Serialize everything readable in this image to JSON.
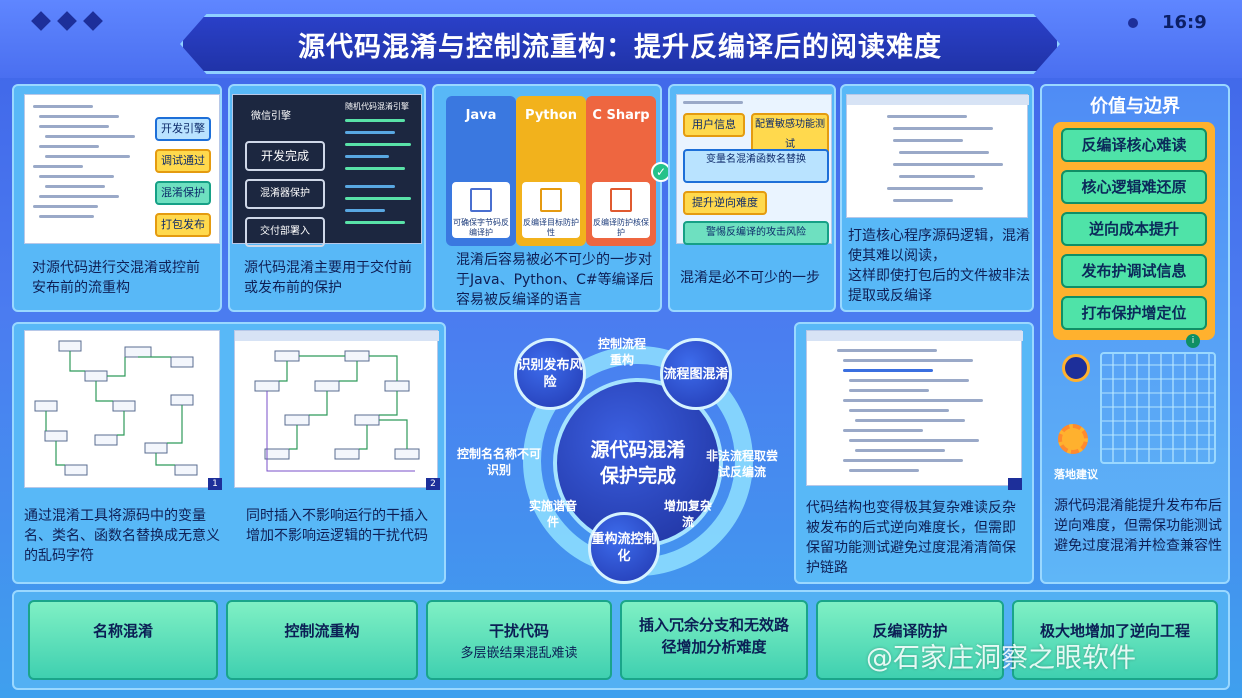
{
  "header": {
    "title": "源代码混淆与控制流重构：提升反编译后的阅读难度",
    "ratio": "16:9"
  },
  "row1": [
    {
      "caption": "对源代码进行交混淆或控前安布前的流重构",
      "tags": [
        "开发引擎",
        "调试通过",
        "混淆保护",
        "打包发布"
      ]
    },
    {
      "caption": "源代码混淆主要用于交付前或发布前的保护",
      "shot_title": "微信引擎",
      "side_title": "随机代码混淆引擎",
      "boxes": [
        "开发完成",
        "混淆器保护",
        "交付部署入"
      ]
    },
    {
      "caption": "混淆后容易被必不可少的一步对于Java、Python、C#等编译后容易被反编译的语言",
      "langs": [
        {
          "name": "Java",
          "note": "可确保字节码反编译护"
        },
        {
          "name": "Python",
          "note": "反编译目标防护性"
        },
        {
          "name": "C Sharp",
          "note": "反编译防护核保护"
        }
      ]
    },
    {
      "caption": "混淆是必不可少的一步",
      "tags": [
        "用户信息",
        "配置敏感功能测试",
        "提升逆向难度",
        "变量名混淆函数名替换",
        "警惕反编译的攻击风险"
      ]
    },
    {
      "caption1": "打造核心程序源码逻辑，混淆使其难以阅读，",
      "caption2": "这样即使打包后的文件被非法提取或反编译"
    }
  ],
  "row2": [
    {
      "caption": "通过混淆工具将源码中的变量名、类名、函数名替换成无意义的乱码字符",
      "badge": "1"
    },
    {
      "caption": "同时插入不影响运行的干插入增加不影响运逻辑的干扰代码",
      "badge": "2"
    },
    {
      "caption": "代码结构也变得极其复杂难读反杂被发布的后式逆向难度长，但需即保留功能测试避免过度混淆清简保护链路"
    }
  ],
  "cycle": {
    "center": "源代码混淆保护完成",
    "nodes": [
      "识别发布风险",
      "流程图混淆",
      "重构流控制化"
    ],
    "labels": [
      "控制流程重构",
      "非法流程取尝试反编流",
      "增加复杂流",
      "实施谐音件",
      "控制名名称不可识别"
    ]
  },
  "right_panel": {
    "title": "价值与边界",
    "items": [
      "反编译核心难读",
      "核心逻辑难还原",
      "逆向成本提升",
      "发布护调试信息",
      "打布保护增定位"
    ],
    "icon_label": "落地建议",
    "caption": "源代码混淆能提升发布布后逆向难度，但需保功能测试避免过度混淆并检查兼容性"
  },
  "bottom": [
    {
      "title": "名称混淆",
      "body": ""
    },
    {
      "title": "控制流重构",
      "body": ""
    },
    {
      "title": "干扰代码",
      "body": "多层嵌结果混乱难读"
    },
    {
      "title": "插入冗余分支和无效路径增加分析难度",
      "body": ""
    },
    {
      "title": "反编译防护",
      "body": ""
    },
    {
      "title": "极大地增加了逆向工程",
      "body": ""
    }
  ],
  "watermark": "@石家庄洞察之眼软件",
  "colors": {
    "background": "#4b7cf0",
    "accent": "#ffb12e",
    "tile_green": "#4fe3a8",
    "title_plate": "#2033a8"
  }
}
